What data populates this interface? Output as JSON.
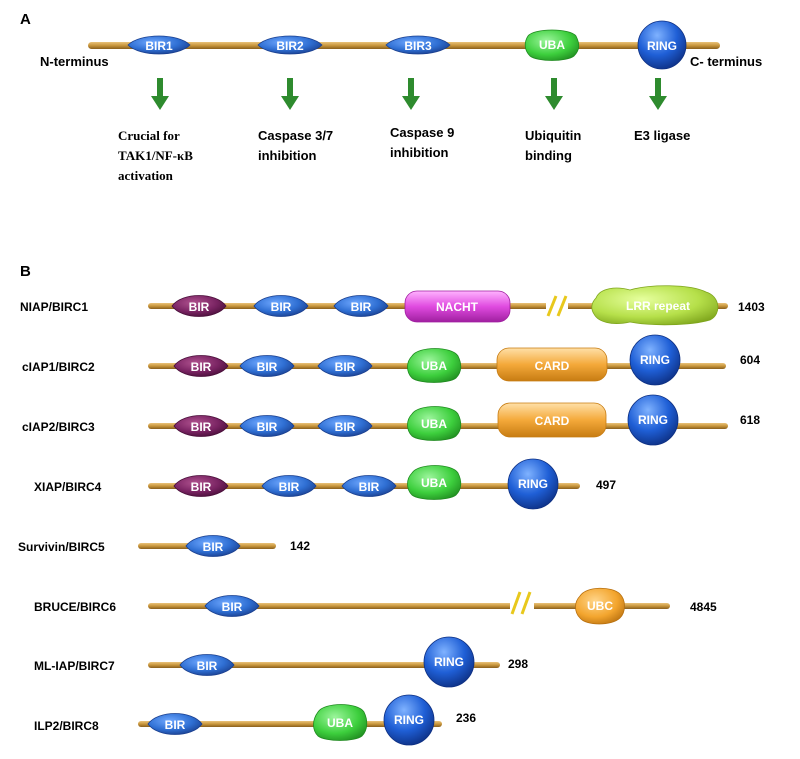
{
  "panel_a": {
    "label": "A",
    "n_terminus": "N-terminus",
    "c_terminus": "C- terminus",
    "domains": [
      {
        "name": "BIR1",
        "kind": "bir",
        "color": "#2f6fd3",
        "function_lines": [
          "Crucial for",
          "TAK1/NF-κB",
          "activation"
        ]
      },
      {
        "name": "BIR2",
        "kind": "bir",
        "color": "#2f6fd3",
        "function_lines": [
          "Caspase 3/7",
          "inhibition"
        ]
      },
      {
        "name": "BIR3",
        "kind": "bir",
        "color": "#2f6fd3",
        "function_lines": [
          "Caspase 9",
          "inhibition"
        ]
      },
      {
        "name": "UBA",
        "kind": "uba",
        "color": "#3dcf3d",
        "function_lines": [
          "Ubiquitin",
          "binding"
        ]
      },
      {
        "name": "RING",
        "kind": "ring",
        "color": "#1f5fd6",
        "function_lines": [
          "E3 ligase"
        ]
      }
    ]
  },
  "panel_b": {
    "label": "B",
    "proteins": [
      {
        "name": "NIAP/BIRC1",
        "length": "1403",
        "domains": [
          "BIR",
          "BIR",
          "BIR",
          "NACHT",
          "break",
          "LRR repeat"
        ]
      },
      {
        "name": "cIAP1/BIRC2",
        "length": "604",
        "domains": [
          "BIR",
          "BIR",
          "BIR",
          "UBA",
          "CARD",
          "RING"
        ]
      },
      {
        "name": "cIAP2/BIRC3",
        "length": "618",
        "domains": [
          "BIR",
          "BIR",
          "BIR",
          "UBA",
          "CARD",
          "RING"
        ]
      },
      {
        "name": "XIAP/BIRC4",
        "length": "497",
        "domains": [
          "BIR",
          "BIR",
          "BIR",
          "UBA",
          "RING"
        ]
      },
      {
        "name": "Survivin/BIRC5",
        "length": "142",
        "domains": [
          "BIR"
        ]
      },
      {
        "name": "BRUCE/BIRC6",
        "length": "4845",
        "domains": [
          "BIR",
          "break",
          "UBC"
        ]
      },
      {
        "name": "ML-IAP/BIRC7",
        "length": "298",
        "domains": [
          "BIR",
          "RING"
        ]
      },
      {
        "name": "ILP2/BIRC8",
        "length": "236",
        "domains": [
          "BIR",
          "UBA",
          "RING"
        ]
      }
    ]
  },
  "colors": {
    "backbone": "#c8963c",
    "bir_blue": "#2f6fd3",
    "bir1_purple": "#7a2463",
    "uba_green": "#3dcf3d",
    "ring_blue": "#1f5fd6",
    "card_orange": "#f4a93a",
    "nacht_magenta": "#e04be0",
    "lrr_lime": "#b6e04a",
    "ubc_orange": "#f3a52e",
    "arrow_green": "#2e8b2e",
    "break_yellow": "#e8c81c"
  }
}
